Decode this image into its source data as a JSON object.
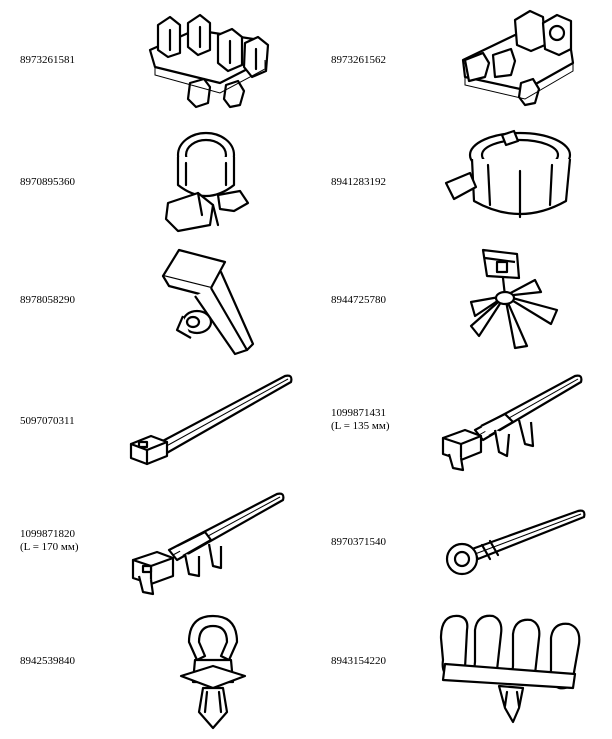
{
  "parts": [
    {
      "number": "8973261581",
      "note": ""
    },
    {
      "number": "8973261562",
      "note": ""
    },
    {
      "number": "8970895360",
      "note": ""
    },
    {
      "number": "8941283192",
      "note": ""
    },
    {
      "number": "8978058290",
      "note": ""
    },
    {
      "number": "8944725780",
      "note": ""
    },
    {
      "number": "5097070311",
      "note": ""
    },
    {
      "number": "1099871431",
      "note": "(L = 135 мм)"
    },
    {
      "number": "1099871820",
      "note": "(L = 170 мм)"
    },
    {
      "number": "8970371540",
      "note": ""
    },
    {
      "number": "8942539840",
      "note": ""
    },
    {
      "number": "8943154220",
      "note": ""
    }
  ],
  "icons": [
    "double-cable-clip-icon",
    "double-cable-clip-icon",
    "ring-clamp-icon",
    "open-ring-clamp-icon",
    "wedge-clip-icon",
    "star-clip-icon",
    "cable-tie-icon",
    "cable-tie-with-clip-icon",
    "cable-tie-with-clip-icon",
    "cable-tie-with-eyelet-icon",
    "push-mount-clip-icon",
    "multi-hook-clip-icon"
  ]
}
